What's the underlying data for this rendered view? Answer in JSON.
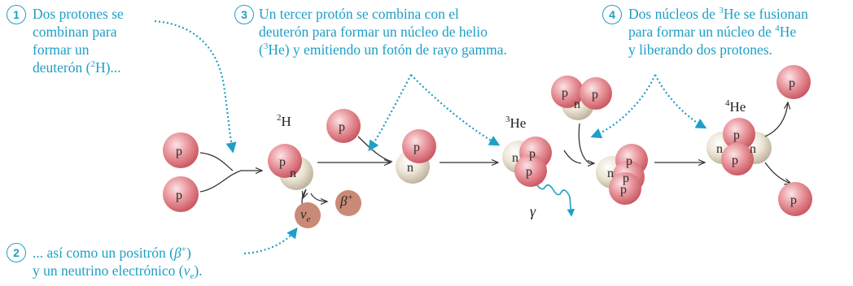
{
  "steps": [
    {
      "num": "1",
      "lines": [
        "Dos protones se",
        "combinan para",
        "formar un"
      ],
      "line4_pre": "deuterón (",
      "line4_sup": "2",
      "line4_post": "H)..."
    },
    {
      "num": "2",
      "line1_pre": "... así como un positrón (",
      "line1_sym": "β",
      "line1_sup": "+",
      "line1_post": ")",
      "line2_pre": "y un neutrino electrónico (",
      "line2_sym": "ν",
      "line2_sub": "e",
      "line2_post": ")."
    },
    {
      "num": "3",
      "line1": "Un tercer protón se combina con el",
      "line2": "deuterón para formar un núcleo de helio",
      "line3_pre": "(",
      "line3_sup": "3",
      "line3_post": "He) y emitiendo un fotón de rayo gamma."
    },
    {
      "num": "4",
      "line1_pre": "Dos núcleos de ",
      "line1_sup": "3",
      "line1_post": "He se fusionan",
      "line2_pre": "para formar un núcleo de ",
      "line2_sup": "4",
      "line2_post": "He",
      "line3": "y liberando dos protones."
    }
  ],
  "labels": {
    "deuterium": {
      "sup": "2",
      "text": "H"
    },
    "helium3": {
      "sup": "3",
      "text": "He"
    },
    "helium4": {
      "sup": "4",
      "text": "He"
    },
    "gamma": "γ",
    "positron": {
      "sym": "β",
      "sup": "+"
    },
    "neutrino": {
      "sym": "ν",
      "sub": "e"
    }
  },
  "particles": {
    "proton": "p",
    "neutron": "n"
  },
  "colors": {
    "annotation": "#1d9fc6",
    "proton": "#e07f86",
    "neutron": "#e0d8c6",
    "lepton": "#c98a76"
  }
}
